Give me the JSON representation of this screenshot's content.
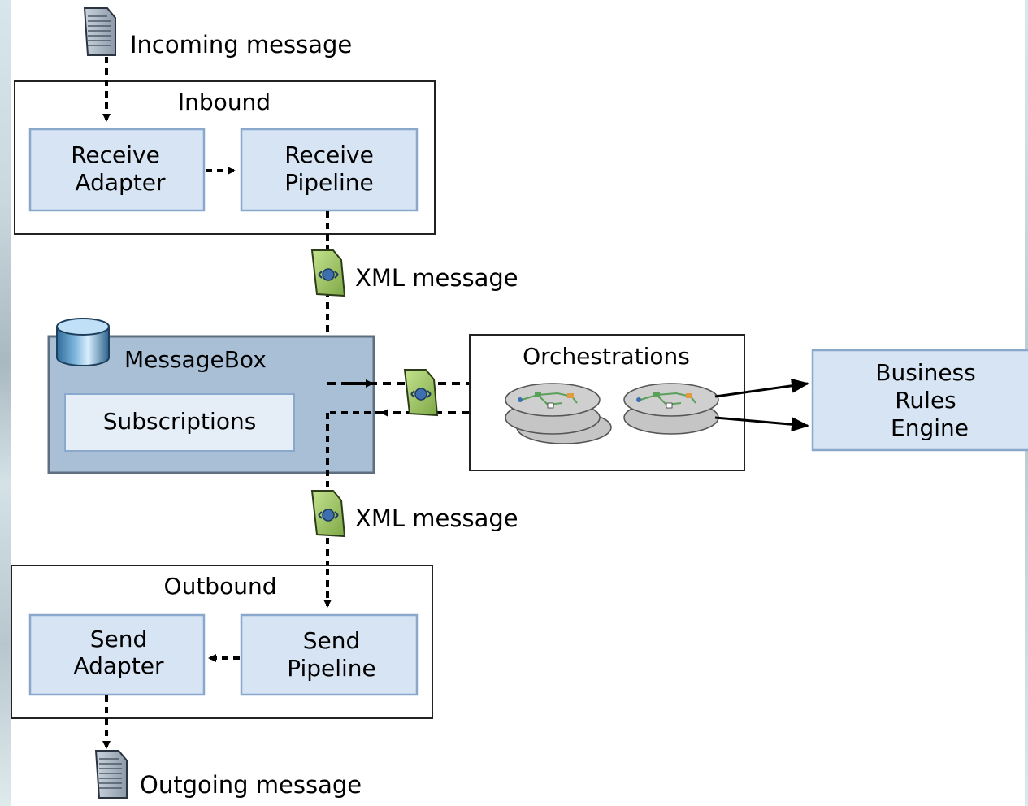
{
  "labels": {
    "incoming": "Incoming message",
    "inbound": "Inbound",
    "receive_adapter": [
      "Receive",
      "Adapter"
    ],
    "receive_pipeline": [
      "Receive",
      "Pipeline"
    ],
    "xml_message_top": "XML message",
    "messagebox": "MessageBox",
    "subscriptions": "Subscriptions",
    "orchestrations": "Orchestrations",
    "business_rules_engine": [
      "Business",
      "Rules",
      "Engine"
    ],
    "xml_message_bottom": "XML message",
    "outbound": "Outbound",
    "send_adapter": [
      "Send",
      "Adapter"
    ],
    "send_pipeline": [
      "Send",
      "Pipeline"
    ],
    "outgoing": "Outgoing message"
  },
  "colors": {
    "box_fill": "#d6e4f3",
    "box_border": "#8aa8cc",
    "messagebox_fill": "#a9bfd6",
    "messagebox_border": "#5d6f80",
    "subscriptions_fill": "#e5edf7",
    "xml_icon": "#9bc15c",
    "frame_border": "#222222"
  },
  "icons": {
    "incoming": "document-icon",
    "outgoing": "document-icon",
    "xml": "xml-document-icon",
    "messagebox": "database-icon",
    "orchestration": "orchestration-disk-icon"
  }
}
